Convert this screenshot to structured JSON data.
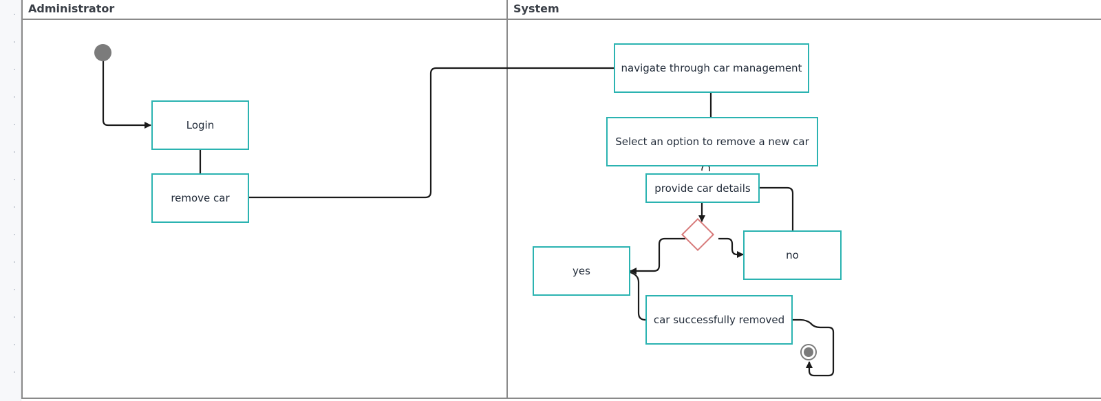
{
  "lanes": {
    "administrator": "Administrator",
    "system": "System"
  },
  "nodes": {
    "login": "Login",
    "remove_car": "remove car",
    "navigate": "navigate through car management",
    "select_option": "Select an option to remove a new car",
    "provide_details": "provide car details",
    "yes": "yes",
    "no": "no",
    "success": "car successfully removed"
  },
  "colors": {
    "node_border": "#2bb3b1",
    "decision_border": "#d77a7a",
    "lane_border": "#8a8a8a",
    "terminal_fill": "#7b7b7b",
    "edge": "#1a1a1a"
  }
}
